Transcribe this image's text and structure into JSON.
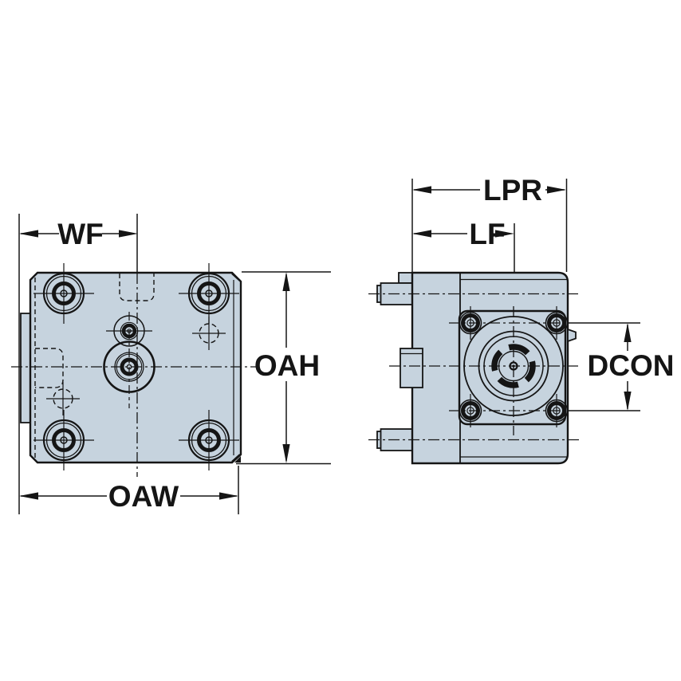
{
  "diagram": {
    "type": "engineering-drawing",
    "views": {
      "front": {
        "dim_width_offset": "WF",
        "dim_overall_height": "OAH",
        "dim_overall_width": "OAW"
      },
      "side": {
        "dim_protrusion_length": "LPR",
        "dim_functional_length": "LF",
        "dim_coupling_diameter": "DCON"
      }
    },
    "colors": {
      "body_fill": "#c6d3de",
      "outline": "#151515",
      "background": "#ffffff"
    }
  }
}
